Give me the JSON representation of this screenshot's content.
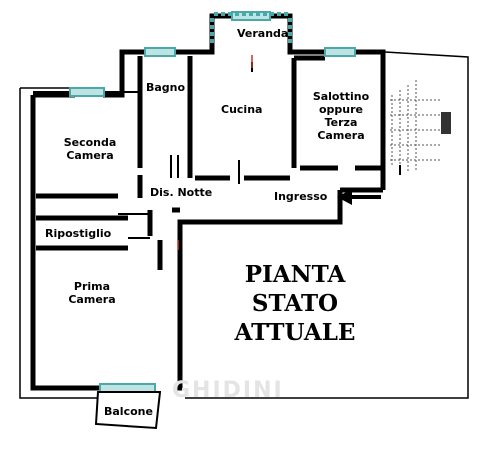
{
  "rooms": {
    "veranda": "Veranda",
    "bagno": "Bagno",
    "cucina": "Cucina",
    "salottino_line1": "Salottino",
    "salottino_line2": "oppure",
    "salottino_line3": "Terza",
    "salottino_line4": "Camera",
    "seconda_line1": "Seconda",
    "seconda_line2": "Camera",
    "dis_notte": "Dis. Notte",
    "ingresso": "Ingresso",
    "ripostiglio": "Ripostiglio",
    "prima_line1": "Prima",
    "prima_line2": "Camera",
    "balcone": "Balcone"
  },
  "title": {
    "line1": "PIANTA",
    "line2": "STATO",
    "line3": "ATTUALE"
  },
  "watermark": "GHIDINI",
  "colors": {
    "wall": "#000000",
    "window": "#49a8a8",
    "window_light": "#bfe3e3"
  }
}
